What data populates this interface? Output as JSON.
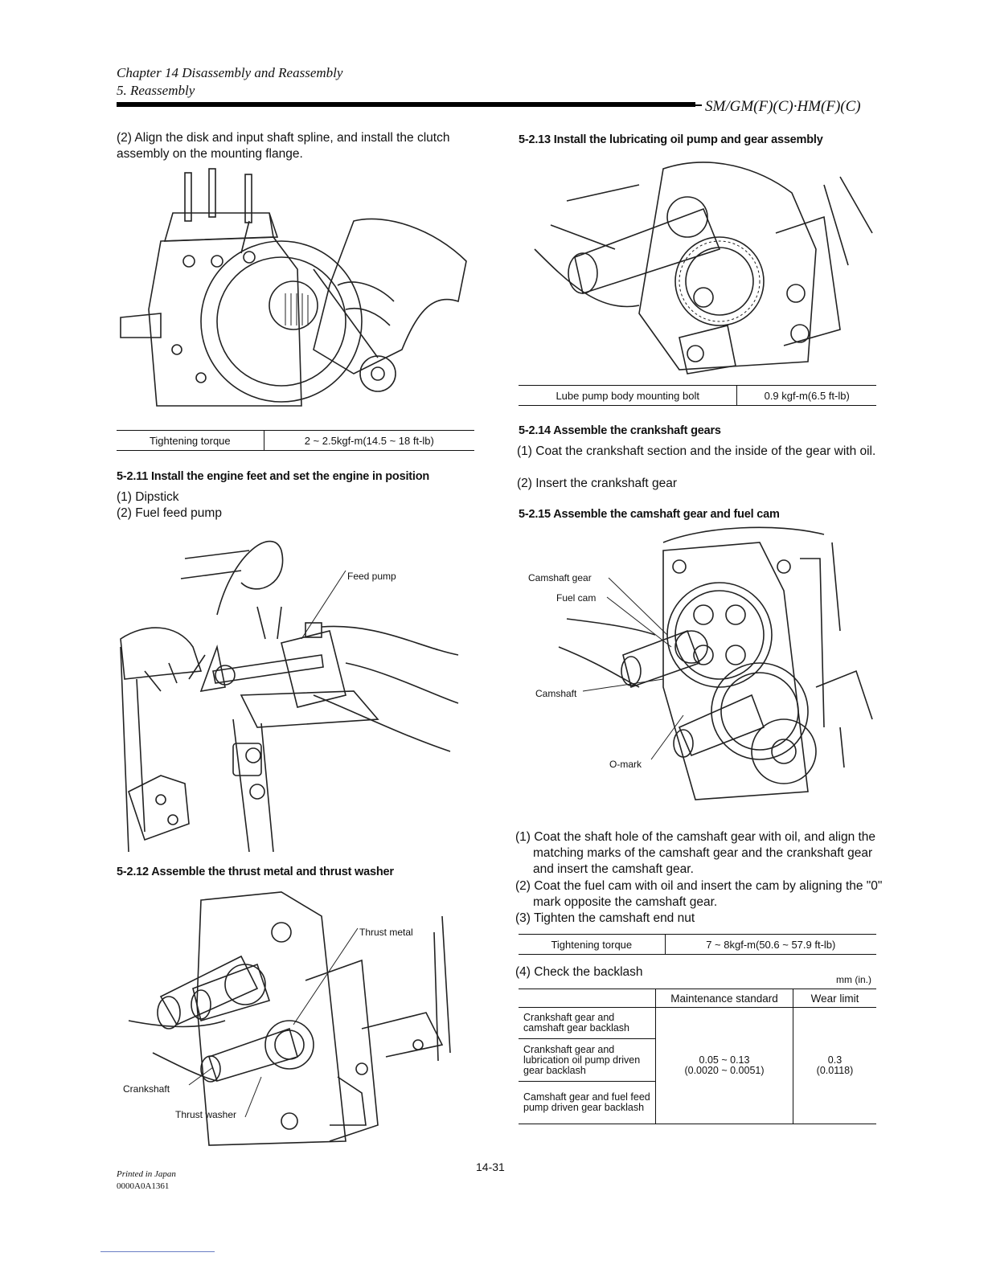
{
  "header": {
    "chapter": "Chapter 14 Disassembly and Reassembly",
    "section": "5. Reassembly",
    "model": "SM/GM(F)(C)·HM(F)(C)"
  },
  "left": {
    "step2_num": "(2)",
    "step2_text": "Align the disk and input shaft spline, and install the clutch assembly on the mounting flange.",
    "torque1": {
      "label": "Tightening torque",
      "value": "2 ~ 2.5kgf-m(14.5 ~ 18 ft-lb)"
    },
    "s211": {
      "heading": "5-2.11 Install the engine feet and set the engine in position",
      "item1": "(1) Dipstick",
      "item2": "(2) Fuel feed pump",
      "callout": "Feed pump"
    },
    "s212": {
      "heading": "5-2.12 Assemble the thrust metal and thrust washer",
      "callout_metal": "Thrust metal",
      "callout_crank": "Crankshaft",
      "callout_washer": "Thrust washer"
    }
  },
  "right": {
    "s213": {
      "heading": "5-2.13 Install the lubricating oil pump and gear assembly",
      "torque": {
        "label": "Lube pump body mounting bolt",
        "value": "0.9 kgf-m(6.5 ft-lb)"
      }
    },
    "s214": {
      "heading": "5-2.14 Assemble the crankshaft gears",
      "item1": "(1) Coat the crankshaft section and the inside of the gear with oil.",
      "item2": "(2) Insert the crankshaft gear"
    },
    "s215": {
      "heading": "5-2.15 Assemble the camshaft gear and fuel cam",
      "callout_gear": "Camshaft gear",
      "callout_cam": "Fuel cam",
      "callout_shaft": "Camshaft",
      "callout_omark": "O-mark",
      "item1": "(1) Coat the shaft hole of the camshaft gear with oil, and align the matching marks of the camshaft gear and the crankshaft gear and insert the camshaft gear.",
      "item2": "(2) Coat the fuel cam with oil and insert the cam by aligning the \"0\" mark opposite the camshaft gear.",
      "item3": "(3) Tighten the camshaft end nut",
      "torque": {
        "label": "Tightening torque",
        "value": "7 ~ 8kgf-m(50.6 ~ 57.9 ft-lb)"
      },
      "item4": "(4) Check the backlash",
      "unit": "mm (in.)"
    },
    "backlash": {
      "col_std": "Maintenance standard",
      "col_limit": "Wear limit",
      "row1": "Crankshaft gear and camshaft gear backlash",
      "row2": "Crankshaft gear and lubrication oil pump driven gear backlash",
      "row3": "Camshaft gear and fuel feed pump driven gear backlash",
      "std_mm": "0.05 ~ 0.13",
      "std_in": "(0.0020 ~ 0.0051)",
      "limit_mm": "0.3",
      "limit_in": "(0.0118)"
    }
  },
  "footer": {
    "printed": "Printed in Japan",
    "code": "0000A0A1361",
    "page": "14-31"
  }
}
